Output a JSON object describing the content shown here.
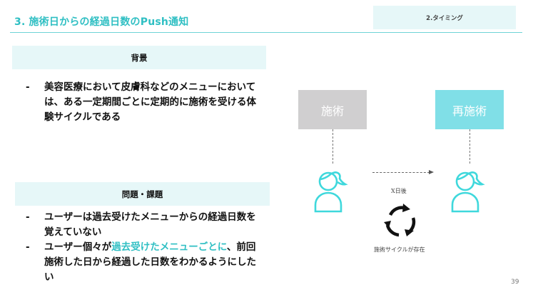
{
  "header": {
    "title": "3. 施術日からの経過日数のPush通知",
    "section_tag": "2.タイミング"
  },
  "background": {
    "heading": "背景",
    "bullets": [
      {
        "dash": "-",
        "text": "美容医療において皮膚科などのメニューにおいては、ある一定期間ごとに定期的に施術を受ける体験サイクルである"
      }
    ]
  },
  "problems": {
    "heading": "問題・課題",
    "bullets": [
      {
        "dash": "-",
        "text": "ユーザーは過去受けたメニューからの経過日数を覚えていない"
      },
      {
        "dash": "-",
        "text_before": "ユーザー個々が",
        "highlight": "過去受けたメニューごとに",
        "text_after": "、前回施術した日から経過した日数をわかるようにしたい"
      }
    ]
  },
  "diagram": {
    "box_left": "施術",
    "box_right": "再施術",
    "interval_label": "X日後",
    "cycle_label": "施術サイクルが存在",
    "icons": [
      "person-icon",
      "person-icon",
      "cycle-arrows-icon",
      "arrow-right-icon"
    ],
    "colors": {
      "box_left": "#d0cfd0",
      "box_right": "#80dfe7",
      "accent": "#2fbfc3",
      "person": "#3fd8dc"
    }
  },
  "footer": {
    "page_number": "39"
  }
}
